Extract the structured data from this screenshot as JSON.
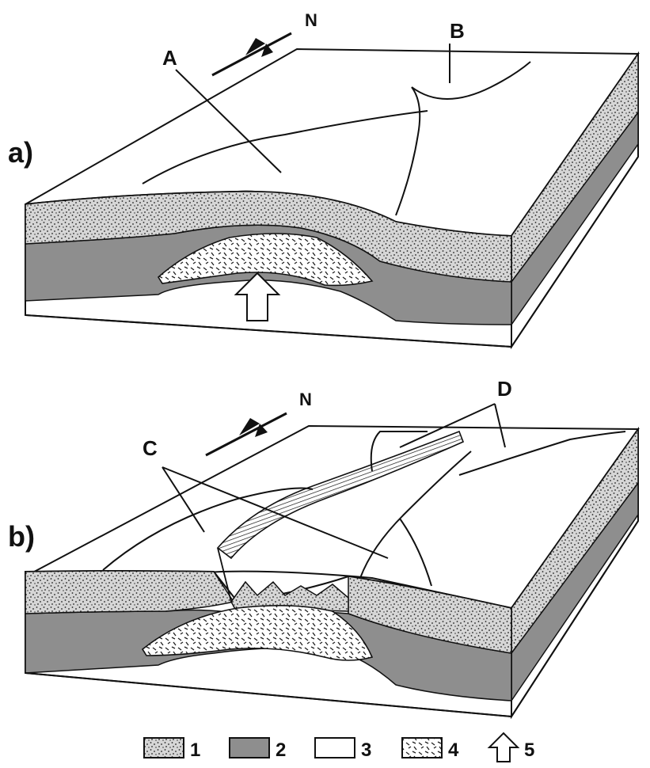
{
  "panels": [
    {
      "id": "a",
      "label": "a)",
      "callouts": [
        "A",
        "B"
      ]
    },
    {
      "id": "b",
      "label": "b)",
      "callouts": [
        "C",
        "D"
      ]
    }
  ],
  "north_label": "N",
  "legend": [
    {
      "number": "1",
      "pattern": "stippled-sand",
      "color": "#c9c9c9"
    },
    {
      "number": "2",
      "pattern": "solid-gray",
      "color": "#8e8e8e"
    },
    {
      "number": "3",
      "pattern": "blank",
      "color": "#ffffff"
    },
    {
      "number": "4",
      "pattern": "dashed-intrusion",
      "color": "#ffffff"
    },
    {
      "number": "5",
      "pattern": "up-arrow",
      "color": "#ffffff"
    }
  ]
}
